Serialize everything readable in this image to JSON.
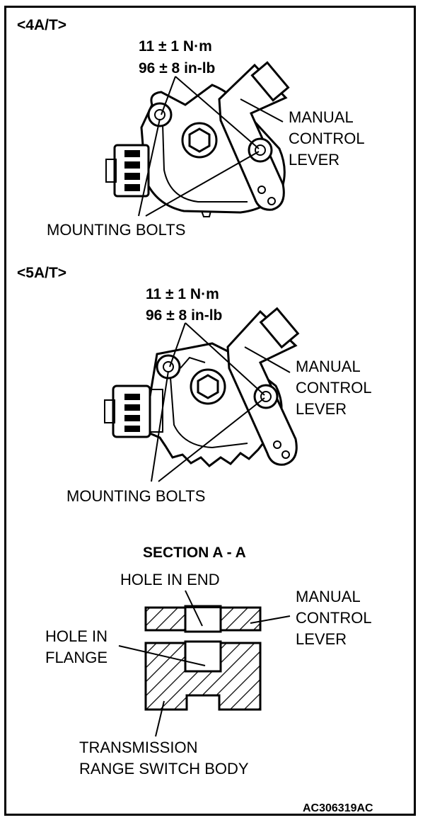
{
  "section_4at": {
    "heading": "<4A/T>",
    "torque_nm": "11 ± 1 N·m",
    "torque_inlb": "96 ± 8 in-lb",
    "lever_label": [
      "MANUAL",
      "CONTROL",
      "LEVER"
    ],
    "bolts_label": "MOUNTING BOLTS"
  },
  "section_5at": {
    "heading": "<5A/T>",
    "torque_nm": "11 ± 1 N·m",
    "torque_inlb": "96 ± 8 in-lb",
    "lever_label": [
      "MANUAL",
      "CONTROL",
      "LEVER"
    ],
    "bolts_label": "MOUNTING BOLTS"
  },
  "section_aa": {
    "title": "SECTION A - A",
    "hole_in_end": "HOLE IN END",
    "hole_in_flange": [
      "HOLE IN",
      "FLANGE"
    ],
    "lever_label": [
      "MANUAL",
      "CONTROL",
      "LEVER"
    ],
    "body_label": [
      "TRANSMISSION",
      "RANGE SWITCH BODY"
    ]
  },
  "figure_id": "AC306319AC"
}
